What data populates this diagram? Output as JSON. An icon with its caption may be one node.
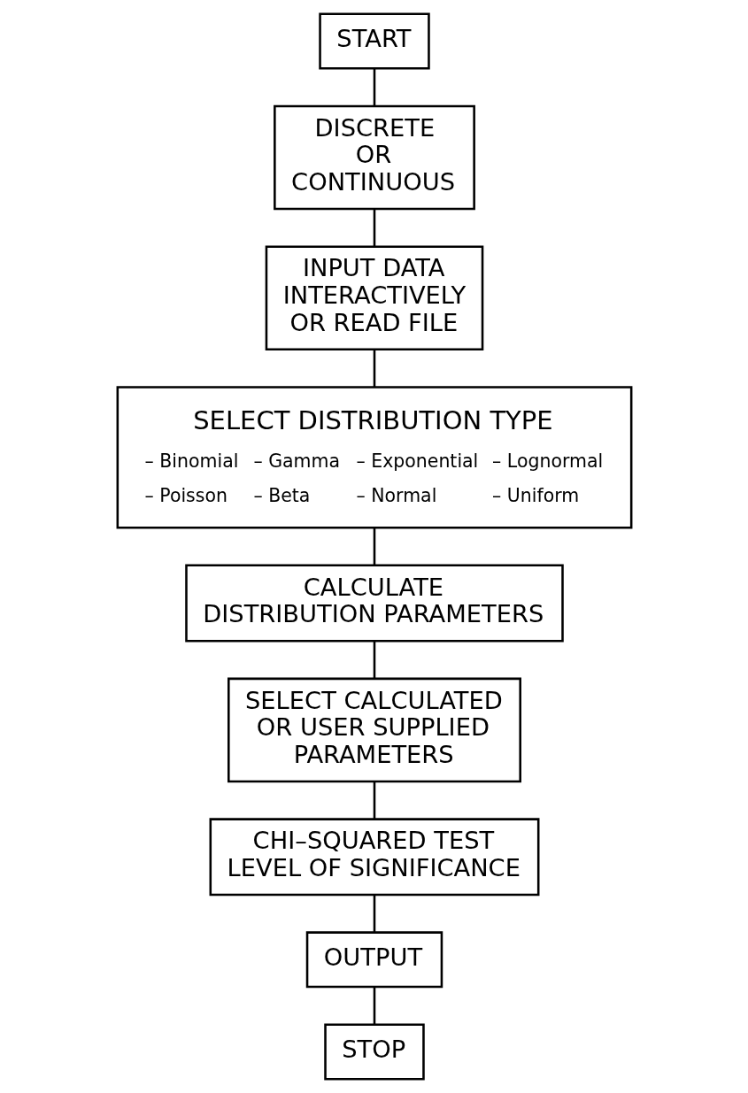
{
  "diagram": {
    "nodes": [
      {
        "text": [
          "START"
        ]
      },
      {
        "text": [
          "DISCRETE OR CONTINUOUS"
        ]
      },
      {
        "text": [
          "INPUT DATA INTERACTIVELY OR READ FILE"
        ]
      },
      {
        "text": [
          "SELECT DISTRIBUTION TYPE",
          "– Binomial",
          "– Gamma",
          "– Exponential",
          "– Lognormal",
          "– Poisson",
          "– Beta",
          "– Normal",
          "– Uniform"
        ]
      },
      {
        "text": [
          "CALCULATE DISTRIBUTION PARAMETERS"
        ]
      },
      {
        "text": [
          "SELECT CALCULATED OR USER SUPPLIED PARAMETERS"
        ]
      },
      {
        "text": [
          "CHI–SQUARED TEST LEVEL OF SIGNIFICANCE"
        ]
      },
      {
        "text": [
          "OUTPUT"
        ]
      },
      {
        "text": [
          "STOP"
        ]
      }
    ],
    "edges": [
      {
        "from": 0,
        "to": 1,
        "arrow": "none"
      },
      {
        "from": 1,
        "to": 2,
        "arrow": "none"
      },
      {
        "from": 2,
        "to": 3,
        "arrow": "none"
      },
      {
        "from": 3,
        "to": 4,
        "arrow": "none"
      },
      {
        "from": 4,
        "to": 5,
        "arrow": "none"
      },
      {
        "from": 5,
        "to": 6,
        "arrow": "none"
      },
      {
        "from": 6,
        "to": 7,
        "arrow": "none"
      },
      {
        "from": 7,
        "to": 8,
        "arrow": "none"
      }
    ]
  }
}
